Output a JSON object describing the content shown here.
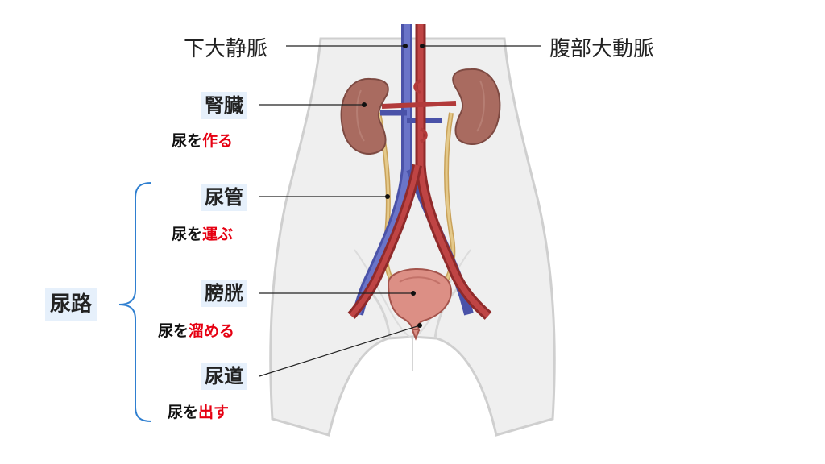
{
  "vessels": {
    "ivc": "下大静脈",
    "aorta": "腹部大動脈"
  },
  "organs": [
    {
      "name": "腎臓",
      "prefix": "尿を",
      "action": "作る"
    },
    {
      "name": "尿管",
      "prefix": "尿を",
      "action": "運ぶ"
    },
    {
      "name": "膀胱",
      "prefix": "尿を",
      "action": "溜める"
    },
    {
      "name": "尿道",
      "prefix": "尿を",
      "action": "出す"
    }
  ],
  "tract_label": "尿路",
  "colors": {
    "highlight_bg": "#e6f0fb",
    "action_red": "#e60012",
    "bracket_blue": "#2f7fd0",
    "vein_blue": "#5a63b8",
    "artery_red": "#b23a3a",
    "ureter_yellow": "#d8b86a",
    "kidney": "#a36a5f",
    "bladder": "#d98a80"
  }
}
